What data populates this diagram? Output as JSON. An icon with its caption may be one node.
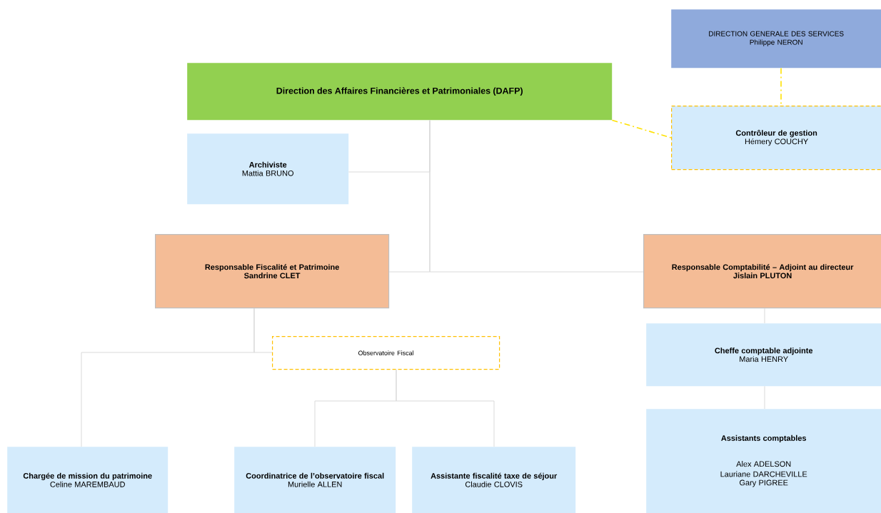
{
  "diagram": {
    "nodes": [
      {
        "text": [
          "DIRECTION GENERALE DES SERVICES",
          "Philippe NERON"
        ]
      },
      {
        "text": [
          "Direction des Affaires Financières et Patrimoniales (DAFP)"
        ]
      },
      {
        "text": [
          "Contrôleur de gestion",
          "Hémery COUCHY"
        ]
      },
      {
        "text": [
          "Archiviste",
          "Mattia BRUNO"
        ]
      },
      {
        "text": [
          "Responsable Fiscalité et Patrimoine",
          "Sandrine CLET"
        ]
      },
      {
        "text": [
          "Responsable Comptabilité – Adjoint au directeur",
          "Jislain PLUTON"
        ]
      },
      {
        "text": [
          "Observatoire Fiscal"
        ]
      },
      {
        "text": [
          "Chargée de mission du patrimoine",
          "Celine MAREMBAUD"
        ]
      },
      {
        "text": [
          "Coordinatrice de l’observatoire fiscal",
          "Murielle ALLEN"
        ]
      },
      {
        "text": [
          "Assistante fiscalité taxe de séjour",
          "Claudie CLOVIS"
        ]
      },
      {
        "text": [
          "Cheffe comptable adjointe",
          "Maria HENRY"
        ]
      },
      {
        "text": [
          "Assistants comptables",
          "Alex ADELSON",
          "Lauriane DARCHEVILLE",
          "Gary PIGREE"
        ]
      }
    ],
    "edges": [
      {
        "from": 0,
        "to": 2,
        "arrow": "none",
        "style": "dashed",
        "color": "#ffe100"
      },
      {
        "from": 1,
        "to": 2,
        "arrow": "none",
        "style": "dashed",
        "color": "#ffe100"
      },
      {
        "from": 1,
        "to": 3,
        "arrow": "none"
      },
      {
        "from": 1,
        "to": 4,
        "arrow": "none"
      },
      {
        "from": 1,
        "to": 5,
        "arrow": "none"
      },
      {
        "from": 4,
        "to": 6,
        "arrow": "none"
      },
      {
        "from": 4,
        "to": 7,
        "arrow": "none"
      },
      {
        "from": 6,
        "to": 8,
        "arrow": "none"
      },
      {
        "from": 6,
        "to": 9,
        "arrow": "none"
      },
      {
        "from": 5,
        "to": 10,
        "arrow": "none"
      },
      {
        "from": 10,
        "to": 11,
        "arrow": "none"
      }
    ]
  }
}
